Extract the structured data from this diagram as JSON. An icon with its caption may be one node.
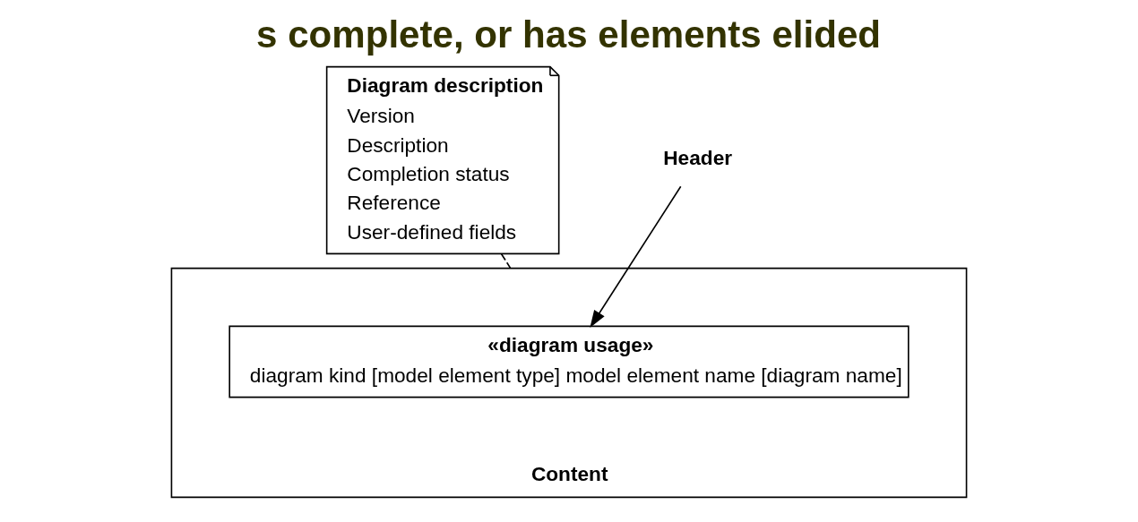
{
  "diagram": {
    "title": "s complete, or has elements elided",
    "nodes": [
      {
        "text": [
          "Content"
        ]
      },
      {
        "text": [
          "«diagram usage»",
          "diagram kind [model element type] model element name [diagram name]"
        ],
        "in": 0
      },
      {
        "text": [
          "Diagram description",
          "Version",
          "Description",
          "Completion status",
          "Reference",
          "User-defined fields"
        ]
      },
      {
        "text": [
          "Header"
        ]
      }
    ],
    "edges": [
      {
        "from": 3,
        "to": 1,
        "arrow": "to"
      },
      {
        "from": 2,
        "to": 0,
        "arrow": "none",
        "style": "dashed"
      }
    ]
  }
}
